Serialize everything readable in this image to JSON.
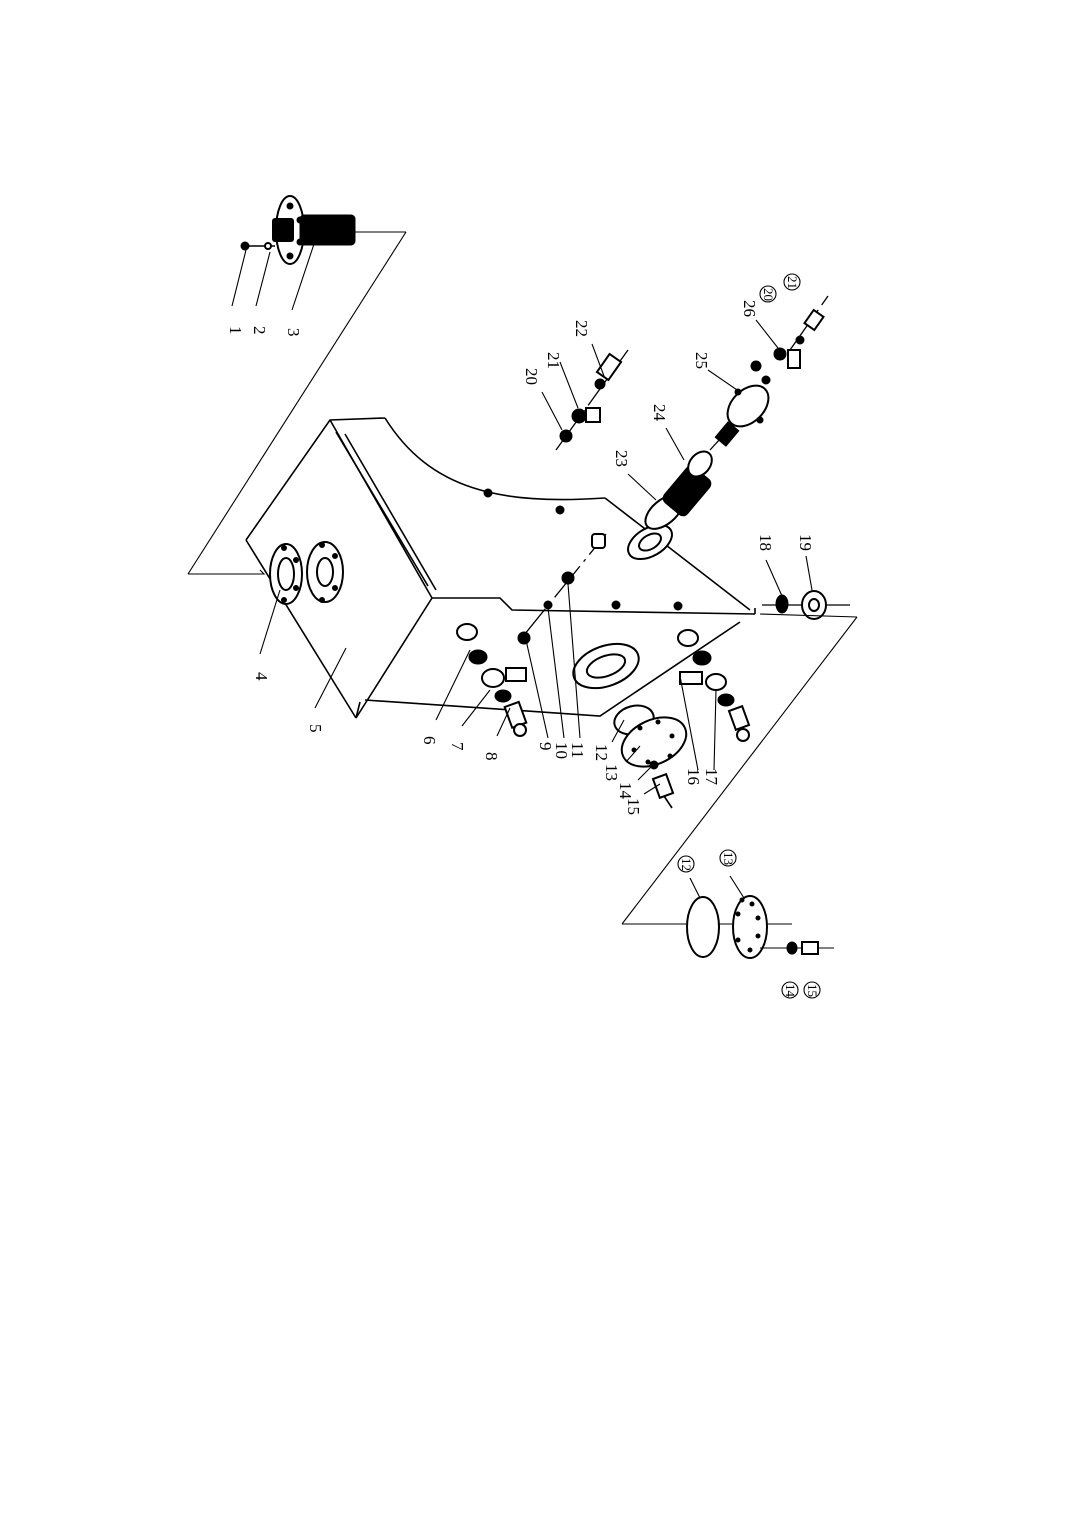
{
  "labels": {
    "l1": "1",
    "l2": "2",
    "l3": "3",
    "l4": "4",
    "l5": "5",
    "l6": "6",
    "l7": "7",
    "l8": "8",
    "l9": "9",
    "l10": "10",
    "l11": "11",
    "l12": "12",
    "l13": "13",
    "l14": "14",
    "l15": "15",
    "l16": "16",
    "l17": "17",
    "l18": "18",
    "l19": "19",
    "l20": "20",
    "l21": "21",
    "l22": "22",
    "l23": "23",
    "l24": "24",
    "l25": "25",
    "l26": "26"
  },
  "circled": {
    "c12": "12",
    "c13": "13",
    "c14": "14",
    "c15": "15",
    "c20": "20",
    "c21": "21"
  }
}
